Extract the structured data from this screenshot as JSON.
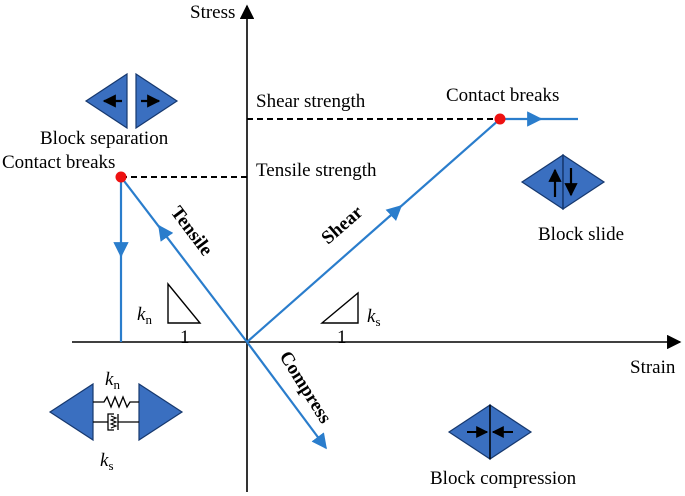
{
  "axes": {
    "y_label": "Stress",
    "x_label": "Strain"
  },
  "levels": {
    "shear_strength": "Shear strength",
    "tensile_strength": "Tensile strength"
  },
  "events": {
    "contact_breaks_right": "Contact breaks",
    "contact_breaks_left": "Contact breaks"
  },
  "paths": {
    "tensile": "Tensile",
    "shear": "Shear",
    "compress": "Compress"
  },
  "stiffness": {
    "kn": "k",
    "kn_sub": "n",
    "ks": "k",
    "ks_sub": "s",
    "slope_one": "1"
  },
  "modes": {
    "block_separation": "Block separation",
    "block_slide": "Block slide",
    "block_compression": "Block compression"
  },
  "colors": {
    "line": "#2a7dcc",
    "block_fill": "#3a6fc0",
    "block_stroke": "#16386e",
    "break_point": "#ee1111"
  },
  "icons": [
    "arrow-left-icon",
    "arrow-right-icon",
    "arrow-up-icon",
    "arrow-down-icon",
    "spring-icon",
    "damper-icon"
  ]
}
